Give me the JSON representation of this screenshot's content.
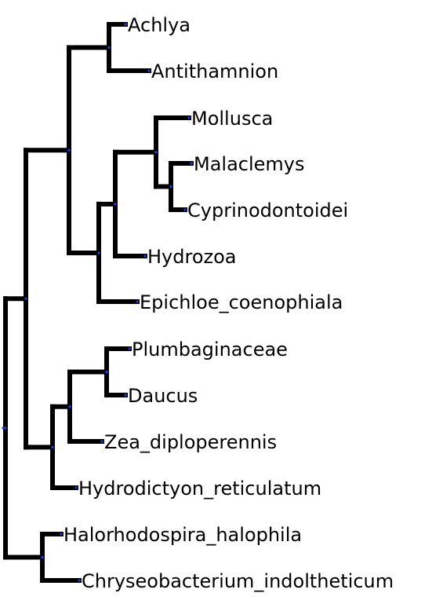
{
  "tree": {
    "leaves": [
      {
        "id": "achlya",
        "label": "Achlya"
      },
      {
        "id": "antithamnion",
        "label": "Antithamnion"
      },
      {
        "id": "mollusca",
        "label": "Mollusca"
      },
      {
        "id": "malaclemys",
        "label": "Malaclemys"
      },
      {
        "id": "cyprinodontoidei",
        "label": "Cyprinodontoidei"
      },
      {
        "id": "hydrozoa",
        "label": "Hydrozoa"
      },
      {
        "id": "epichloe",
        "label": "Epichloe_coenophiala"
      },
      {
        "id": "plumbaginaceae",
        "label": "Plumbaginaceae"
      },
      {
        "id": "daucus",
        "label": "Daucus"
      },
      {
        "id": "zea",
        "label": "Zea_diploperennis"
      },
      {
        "id": "hydrodictyon",
        "label": "Hydrodictyon_reticulatum"
      },
      {
        "id": "halorhodospira",
        "label": "Halorhodospira_halophila"
      },
      {
        "id": "chryseobacterium",
        "label": "Chryseobacterium_indoltheticum"
      }
    ]
  },
  "colors": {
    "branch": "#000000",
    "node_marker": "#1f3fd6",
    "label": "#000000"
  }
}
